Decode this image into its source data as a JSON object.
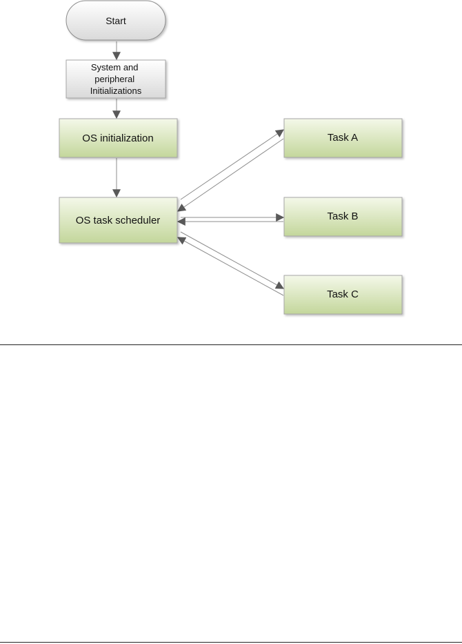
{
  "diagram": {
    "nodes": {
      "start": "Start",
      "init": [
        "System and",
        "peripheral",
        "Initializations"
      ],
      "os_init": "OS initialization",
      "scheduler": "OS task scheduler",
      "task_a": "Task A",
      "task_b": "Task B",
      "task_c": "Task C"
    },
    "colors": {
      "green_top": "#f4f8e9",
      "green_bottom": "#c3d69b",
      "gray_top": "#ffffff",
      "gray_bottom": "#d8d8d8",
      "stroke": "#a6a6a6",
      "arrow": "#595959"
    }
  }
}
